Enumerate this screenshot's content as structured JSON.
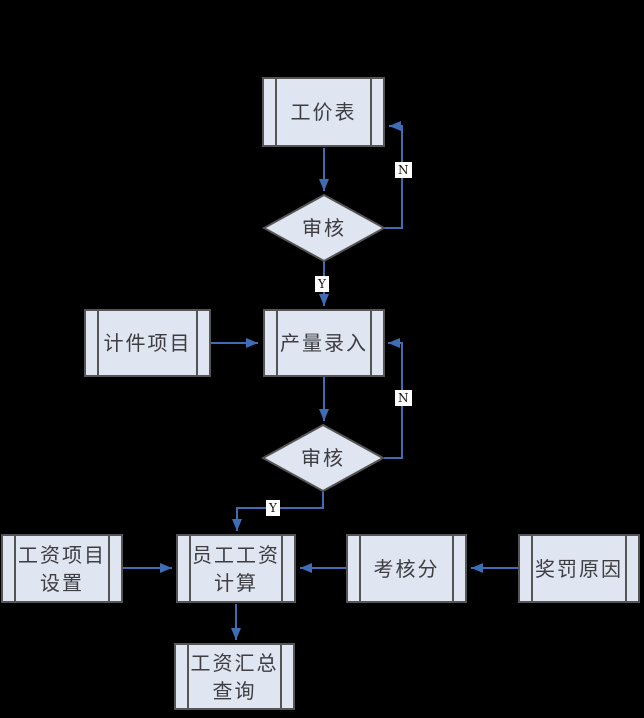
{
  "colors": {
    "background": "#000000",
    "node_fill": "#dfe5f1",
    "node_border": "#555555",
    "connector": "#3e6db6",
    "edge_label_bg": "#ffffff",
    "text": "#3d3d42"
  },
  "nodes": {
    "price_table": {
      "label": "工价表",
      "type": "predefined-process"
    },
    "review_1": {
      "label": "审核",
      "type": "decision"
    },
    "piece_item": {
      "label": "计件项目",
      "type": "predefined-process"
    },
    "output_entry": {
      "label": "产量录入",
      "type": "predefined-process"
    },
    "review_2": {
      "label": "审核",
      "type": "decision"
    },
    "salary_item_setup": {
      "label": "工资项目\n设置",
      "type": "predefined-process"
    },
    "employee_salary_calc": {
      "label": "员工工资\n计算",
      "type": "predefined-process"
    },
    "assessment_score": {
      "label": "考核分",
      "type": "predefined-process"
    },
    "reward_penalty_reason": {
      "label": "奖罚原因",
      "type": "predefined-process"
    },
    "salary_summary_query": {
      "label": "工资汇总\n查询",
      "type": "predefined-process"
    }
  },
  "edge_labels": {
    "n1": "N",
    "y1": "Y",
    "n2": "N",
    "y2": "Y"
  },
  "edges": [
    {
      "from": "price_table",
      "to": "review_1",
      "label": ""
    },
    {
      "from": "review_1",
      "to": "price_table",
      "label": "N"
    },
    {
      "from": "review_1",
      "to": "output_entry",
      "label": "Y"
    },
    {
      "from": "piece_item",
      "to": "output_entry",
      "label": ""
    },
    {
      "from": "output_entry",
      "to": "review_2",
      "label": ""
    },
    {
      "from": "review_2",
      "to": "output_entry",
      "label": "N"
    },
    {
      "from": "review_2",
      "to": "employee_salary_calc",
      "label": "Y"
    },
    {
      "from": "salary_item_setup",
      "to": "employee_salary_calc",
      "label": ""
    },
    {
      "from": "assessment_score",
      "to": "employee_salary_calc",
      "label": ""
    },
    {
      "from": "reward_penalty_reason",
      "to": "assessment_score",
      "label": ""
    },
    {
      "from": "employee_salary_calc",
      "to": "salary_summary_query",
      "label": ""
    }
  ]
}
